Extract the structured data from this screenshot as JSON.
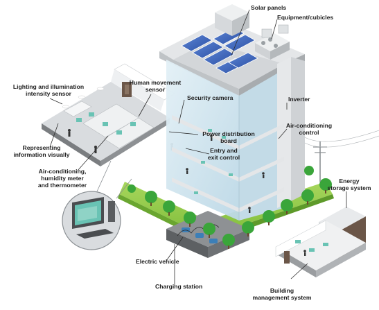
{
  "labels": {
    "solar_panels": "Solar panels",
    "equipment_cubicles": "Equipment/cubicles",
    "lighting_sensor": [
      "Lighting and illumination",
      "intensity sensor"
    ],
    "human_movement_sensor": [
      "Human movement",
      "sensor"
    ],
    "security_camera": "Security camera",
    "inverter": "Inverter",
    "air_conditioning_control": [
      "Air-conditioning",
      "control"
    ],
    "power_distribution_board": [
      "Power distribution",
      "board"
    ],
    "entry_exit_control": [
      "Entry and",
      "exit control"
    ],
    "representing_information": [
      "Representing",
      "information visually"
    ],
    "air_conditioning_humidity": [
      "Air-conditioning,",
      "humidity meter",
      "and thermometer"
    ],
    "energy_storage_system": [
      "Energy",
      "storage system"
    ],
    "electric_vehicle": "Electric vehicle",
    "charging_station": "Charging station",
    "building_management_system": [
      "Building",
      "management system"
    ]
  },
  "colors": {
    "glass": "#cfe4ef",
    "slab": "#e4e6e8",
    "green": "#8cc63f",
    "tree": "#3aa53a",
    "floor_dark": "#7a7d80",
    "screen": "#69c3b4",
    "wall_brown": "#6b5648"
  },
  "icons": [
    "solar-panel-icon",
    "tree-icon",
    "computer-monitor-icon",
    "electric-car-icon",
    "power-pylon-icon",
    "person-icon"
  ]
}
